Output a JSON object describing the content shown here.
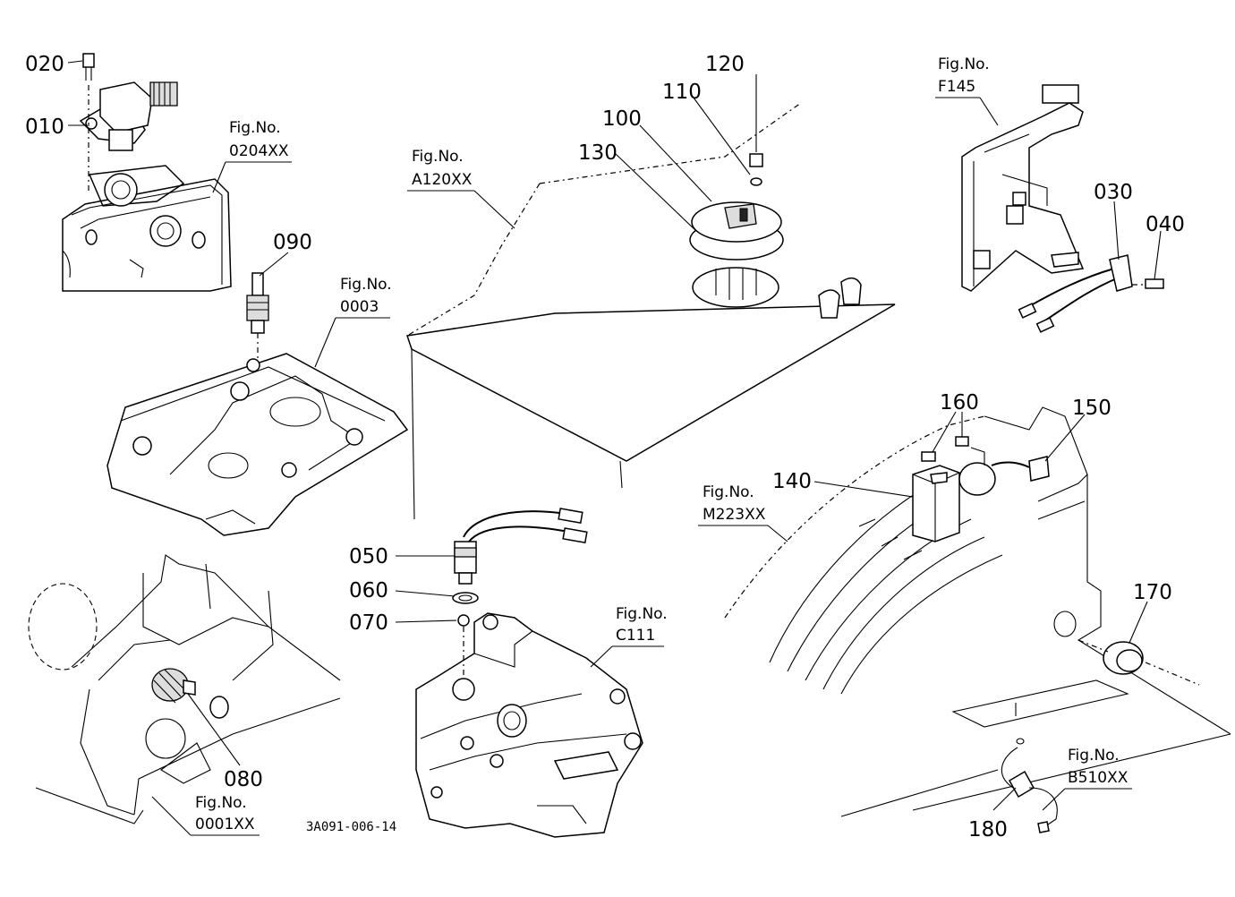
{
  "parts": {
    "p010": "010",
    "p020": "020",
    "p030": "030",
    "p040": "040",
    "p050": "050",
    "p060": "060",
    "p070": "070",
    "p080": "080",
    "p090": "090",
    "p100": "100",
    "p110": "110",
    "p120": "120",
    "p130": "130",
    "p140": "140",
    "p150": "150",
    "p160": "160",
    "p170": "170",
    "p180": "180"
  },
  "figrefs": {
    "caption": "Fig.No.",
    "f0204XX": "0204XX",
    "f0003": "0003",
    "fA120XX": "A120XX",
    "fF145": "F145",
    "fM223XX": "M223XX",
    "fC111": "C111",
    "f0001XX": "0001XX",
    "fB510XX": "B510XX"
  },
  "document_code": "3A091-006-14"
}
